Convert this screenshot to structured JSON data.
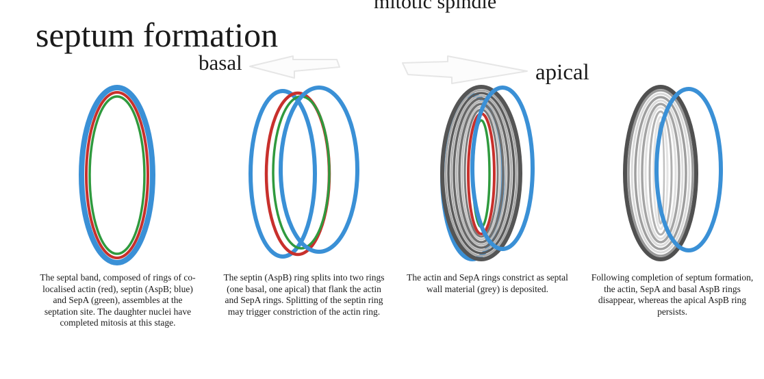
{
  "labels": {
    "spindle": "mitotic spindle",
    "title": "septum formation",
    "basal": "basal",
    "apical": "apical"
  },
  "colors": {
    "septin_blue": "#3a90d6",
    "actin_red": "#c8302c",
    "sepa_green": "#2f9a3e",
    "septal_wall_dark": "#4a4a4a",
    "septal_wall_mid": "#9a9a9a",
    "septal_wall_light": "#d8d8d8",
    "arrow_outline": "#e6e6e6"
  },
  "stages": [
    {
      "id": "stage-1",
      "caption": "The septal band, composed of rings of co-localised actin (red), septin (AspB; blue) and SepA (green), assembles at the septation site. The daughter nuclei have completed mitosis at this stage."
    },
    {
      "id": "stage-2",
      "caption": "The septin (AspB) ring splits into two rings (one basal, one apical) that flank the actin and SepA rings. Splitting of the septin ring may trigger constriction of the actin ring."
    },
    {
      "id": "stage-3",
      "caption": "The actin and SepA rings constrict as septal wall material (grey) is deposited."
    },
    {
      "id": "stage-4",
      "caption": "Following completion of septum formation, the actin, SepA and basal AspB rings disappear, whereas the apical AspB ring persists."
    }
  ]
}
